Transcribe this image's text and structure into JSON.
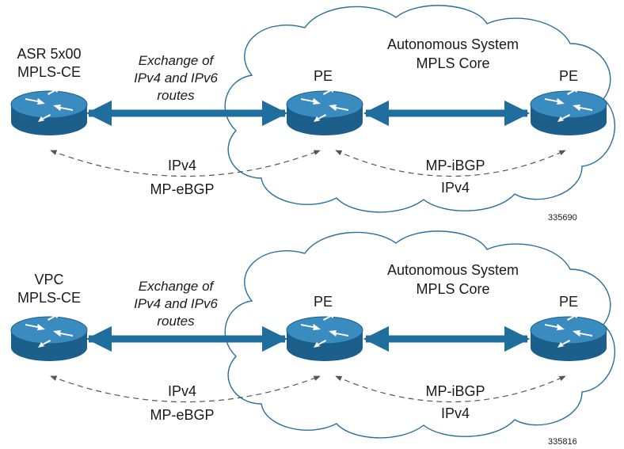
{
  "diagrams": [
    {
      "ce_label_line1": "ASR 5x00",
      "ce_label_line2": "MPLS-CE",
      "exchange_line1": "Exchange of",
      "exchange_line2": "IPv4 and IPv6",
      "exchange_line3": "routes",
      "cloud_title_line1": "Autonomous System",
      "cloud_title_line2": "MPLS Core",
      "pe_left_label": "PE",
      "pe_right_label": "PE",
      "ebgp_proto": "IPv4",
      "ebgp_label": "MP-eBGP",
      "ibgp_label": "MP-iBGP",
      "ibgp_proto": "IPv4",
      "figure_id": "335690"
    },
    {
      "ce_label_line1": "VPC",
      "ce_label_line2": "MPLS-CE",
      "exchange_line1": "Exchange of",
      "exchange_line2": "IPv4 and IPv6",
      "exchange_line3": "routes",
      "cloud_title_line1": "Autonomous System",
      "cloud_title_line2": "MPLS Core",
      "pe_left_label": "PE",
      "pe_right_label": "PE",
      "ebgp_proto": "IPv4",
      "ebgp_label": "MP-eBGP",
      "ibgp_label": "MP-iBGP",
      "ibgp_proto": "IPv4",
      "figure_id": "335816"
    }
  ],
  "colors": {
    "router_body": "#1f6e9e",
    "router_top": "#3a8bbf",
    "link_arrow": "#1f6e9e",
    "cloud_stroke": "#2a6f9a",
    "dashed_line": "#555555"
  }
}
